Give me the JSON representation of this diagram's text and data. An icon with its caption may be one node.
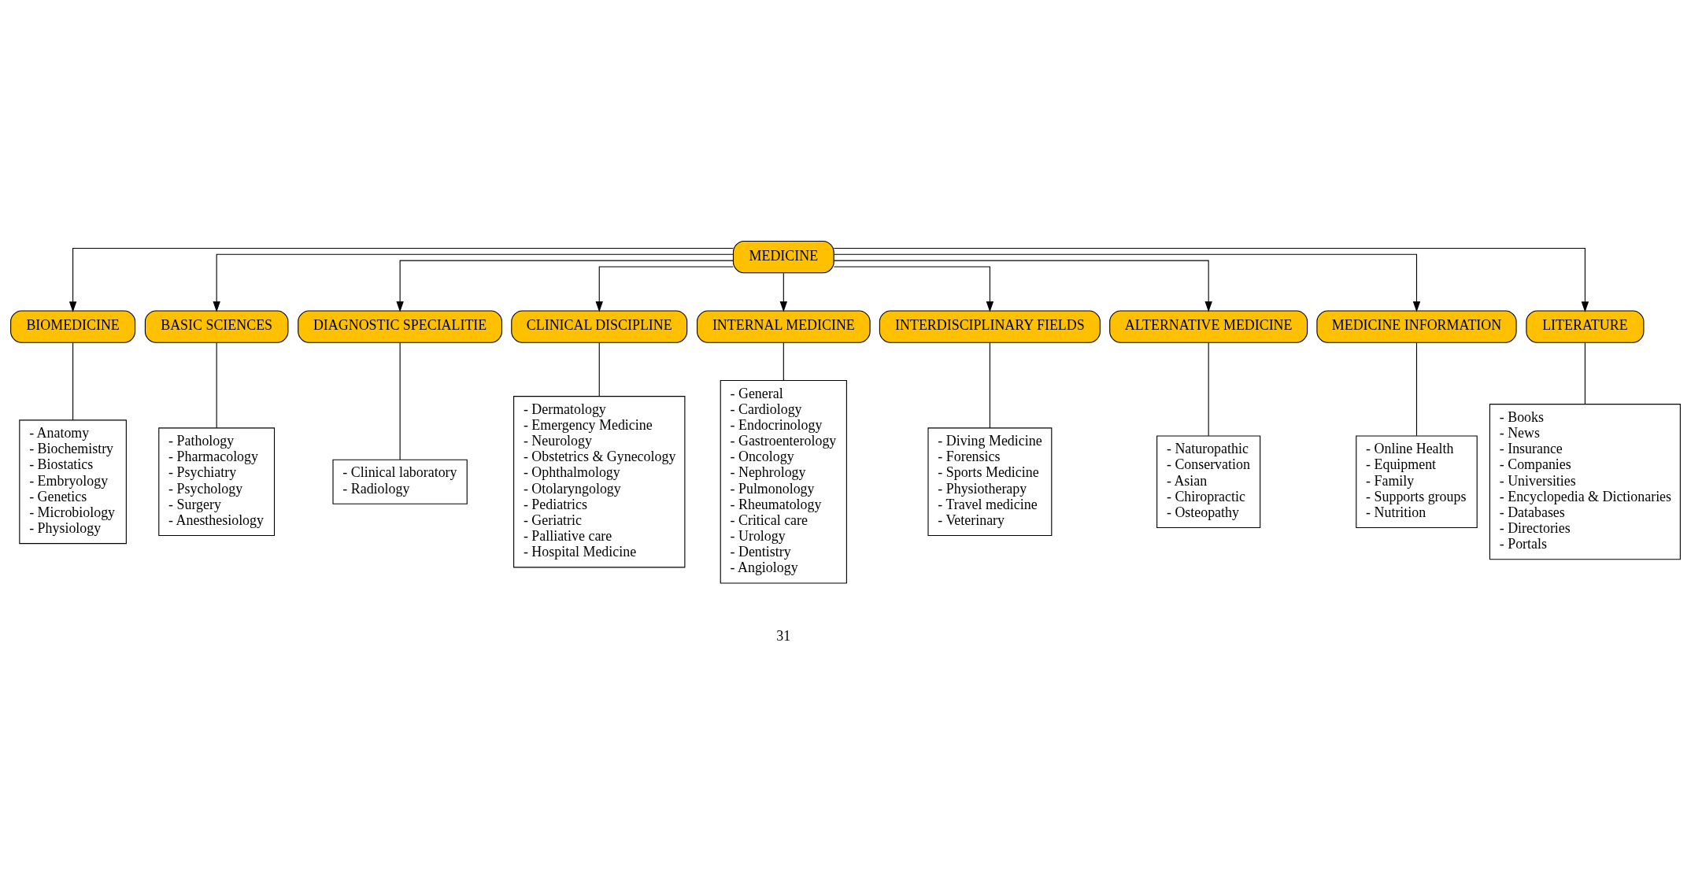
{
  "diagram": {
    "nodes": [
      {
        "text": [
          "MEDICINE"
        ]
      },
      {
        "text": [
          "BIOMEDICINE"
        ]
      },
      {
        "text": [
          "BASIC SCIENCES"
        ]
      },
      {
        "text": [
          "DIAGNOSTIC SPECIALITIE"
        ]
      },
      {
        "text": [
          "CLINICAL DISCIPLINE"
        ]
      },
      {
        "text": [
          "INTERNAL MEDICINE"
        ]
      },
      {
        "text": [
          "INTERDISCIPLINARY FIELDS"
        ]
      },
      {
        "text": [
          "ALTERNATIVE MEDICINE"
        ]
      },
      {
        "text": [
          "MEDICINE INFORMATION"
        ]
      },
      {
        "text": [
          "LITERATURE"
        ]
      },
      {
        "text": [
          "- Anatomy",
          "- Biochemistry",
          "- Biostatics",
          "- Embryology",
          "- Genetics",
          "- Microbiology",
          "- Physiology"
        ]
      },
      {
        "text": [
          "- Pathology",
          "- Pharmacology",
          "- Psychiatry",
          "- Psychology",
          "- Surgery",
          "- Anesthesiology"
        ]
      },
      {
        "text": [
          "- Clinical laboratory",
          "- Radiology"
        ]
      },
      {
        "text": [
          "- Dermatology",
          "- Emergency Medicine",
          "- Neurology",
          "- Obstetrics & Gynecology",
          "- Ophthalmology",
          "- Otolaryngology",
          "- Pediatrics",
          "- Geriatric",
          "- Palliative care",
          "- Hospital Medicine"
        ]
      },
      {
        "text": [
          "- General",
          "- Cardiology",
          "- Endocrinology",
          "- Gastroenterology",
          "- Oncology",
          "- Nephrology",
          "- Pulmonology",
          "- Rheumatology",
          "- Critical care",
          "- Urology",
          "- Dentistry",
          "- Angiology"
        ]
      },
      {
        "text": [
          "- Diving Medicine",
          "- Forensics",
          "- Sports Medicine",
          "- Physiotherapy",
          "- Travel medicine",
          "- Veterinary"
        ]
      },
      {
        "text": [
          "- Naturopathic",
          "- Conservation",
          "- Asian",
          "- Chiropractic",
          "- Osteopathy"
        ]
      },
      {
        "text": [
          "- Online Health",
          "- Equipment",
          "- Family",
          "- Supports groups",
          "- Nutrition"
        ]
      },
      {
        "text": [
          "- Books",
          "- News",
          "- Insurance",
          "- Companies",
          "- Universities",
          "- Encyclopedia & Dictionaries",
          "- Databases",
          "- Directories",
          "- Portals"
        ]
      }
    ],
    "edges": [
      {
        "from": 0,
        "to": 1,
        "arrow": "to"
      },
      {
        "from": 0,
        "to": 2,
        "arrow": "to"
      },
      {
        "from": 0,
        "to": 3,
        "arrow": "to"
      },
      {
        "from": 0,
        "to": 4,
        "arrow": "to"
      },
      {
        "from": 0,
        "to": 5,
        "arrow": "to"
      },
      {
        "from": 0,
        "to": 6,
        "arrow": "to"
      },
      {
        "from": 0,
        "to": 7,
        "arrow": "to"
      },
      {
        "from": 0,
        "to": 8,
        "arrow": "to"
      },
      {
        "from": 0,
        "to": 9,
        "arrow": "to"
      },
      {
        "from": 1,
        "to": 10,
        "arrow": "none"
      },
      {
        "from": 2,
        "to": 11,
        "arrow": "none"
      },
      {
        "from": 3,
        "to": 12,
        "arrow": "none"
      },
      {
        "from": 4,
        "to": 13,
        "arrow": "none"
      },
      {
        "from": 5,
        "to": 14,
        "arrow": "none"
      },
      {
        "from": 6,
        "to": 15,
        "arrow": "none"
      },
      {
        "from": 7,
        "to": 16,
        "arrow": "none"
      },
      {
        "from": 8,
        "to": 17,
        "arrow": "none"
      },
      {
        "from": 9,
        "to": 18,
        "arrow": "none"
      }
    ],
    "labels": [
      "31"
    ]
  }
}
